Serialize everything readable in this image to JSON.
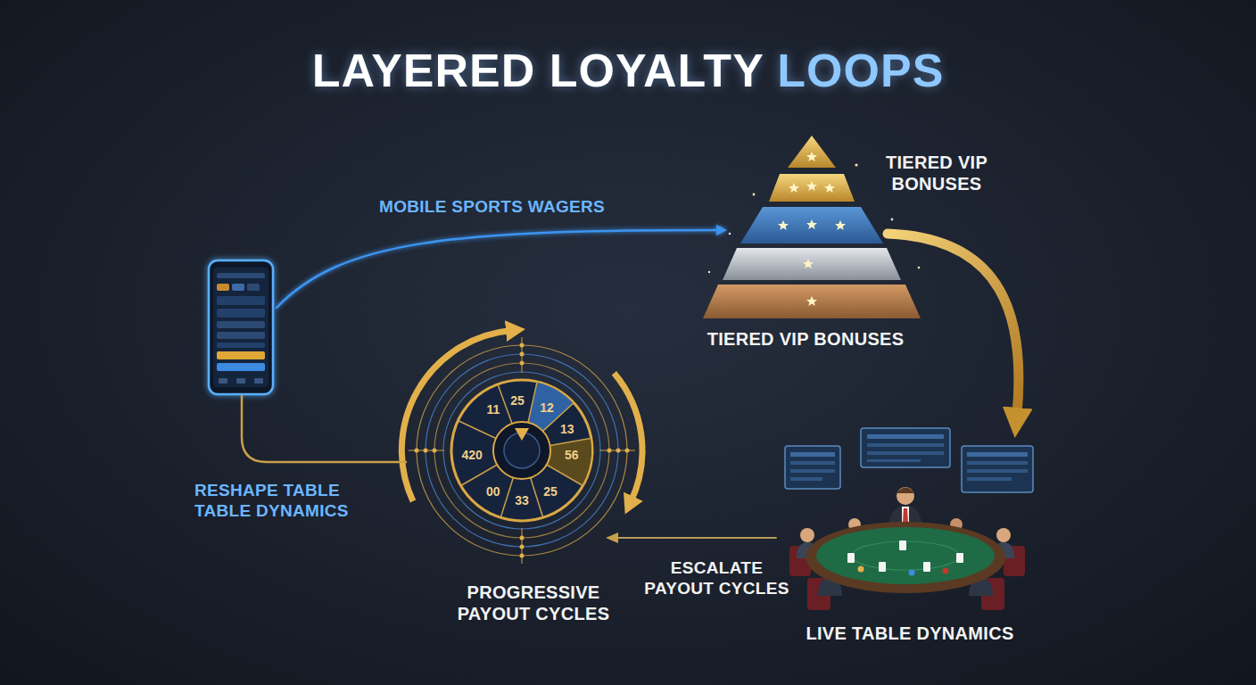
{
  "diagram": {
    "title": "LAYERED LOYALTY LOOPS",
    "nodes": [
      {
        "text": []
      },
      {
        "text": [
          "TIERED VIP BONUSES",
          "TIERED VIP BONUSES"
        ]
      },
      {
        "text": [
          "11",
          "25",
          "12",
          "13",
          "56",
          "25",
          "33",
          "00",
          "420",
          "PROGRESSIVE PAYOUT CYCLES"
        ]
      },
      {
        "text": [
          "LIVE TABLE DYNAMICS"
        ]
      }
    ],
    "edges": [
      {
        "from": 0,
        "to": 1,
        "label": "MOBILE SPORTS WAGERS",
        "arrow": "to"
      },
      {
        "from": 1,
        "to": 3,
        "arrow": "to"
      },
      {
        "from": 3,
        "to": 2,
        "label": "ESCALATE PAYOUT CYCLES",
        "arrow": "to"
      },
      {
        "from": 0,
        "to": 2,
        "label": "RESHAPE TABLE TABLE DYNAMICS",
        "arrow": "none"
      }
    ]
  }
}
